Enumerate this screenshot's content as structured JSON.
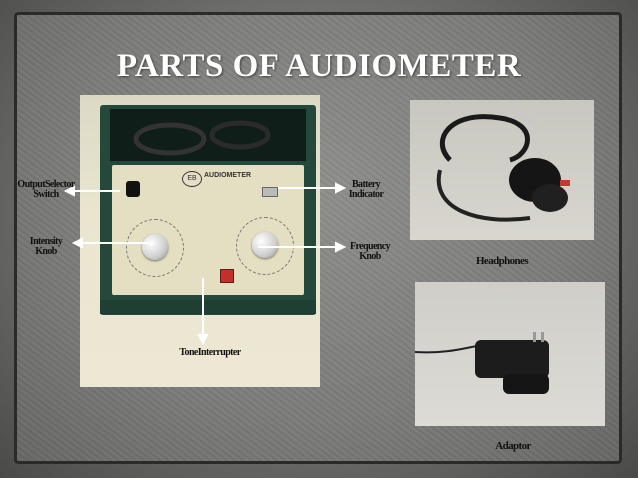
{
  "slide": {
    "title": "PARTS OF AUDIOMETER"
  },
  "device": {
    "brand_logo": "EB",
    "brand_name": "AUDIOMETER"
  },
  "labels": {
    "output_selector": "OutputSelector",
    "output_selector_2": "Switch",
    "intensity": "Intensity",
    "intensity_2": "Knob",
    "battery": "Battery",
    "battery_2": "Indicator",
    "frequency": "Frequency",
    "frequency_2": "Knob",
    "tone_interrupter": "ToneInterrupter",
    "headphones": "Headphones",
    "adaptor": "Adaptor"
  },
  "icons": {
    "arrow": "white-arrow-icon"
  },
  "colors": {
    "case_green": "#24493a",
    "panel_cream": "#e4dfc3",
    "tone_button_red": "#c0312b",
    "title_white": "#ffffff"
  }
}
